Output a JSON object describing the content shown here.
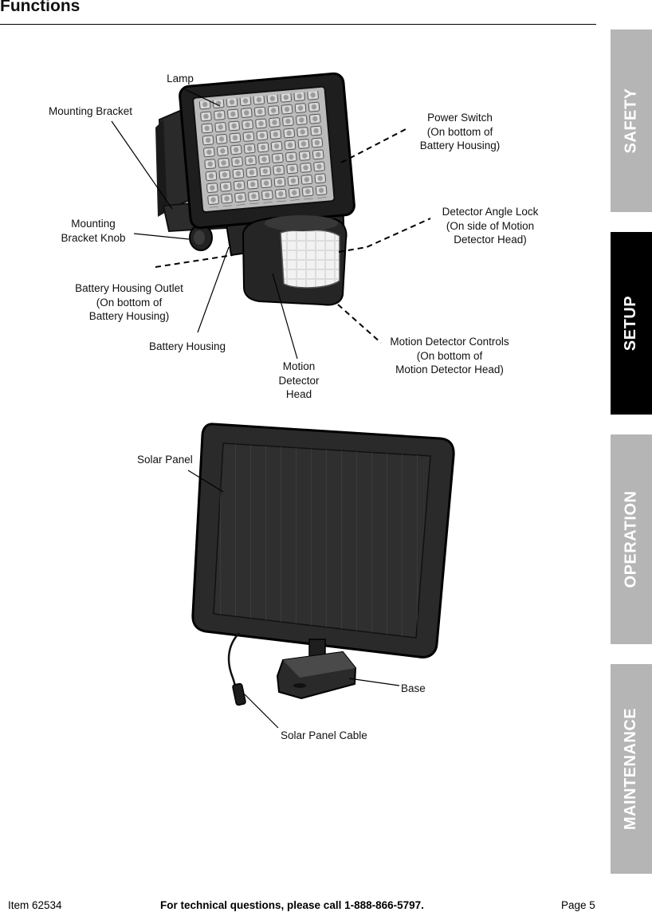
{
  "page": {
    "title": "Functions"
  },
  "tabs": [
    {
      "label": "SAFETY",
      "active": false
    },
    {
      "label": "SETUP",
      "active": true
    },
    {
      "label": "OPERATION",
      "active": false
    },
    {
      "label": "MAINTENANCE",
      "active": false
    }
  ],
  "light_fixture_labels": {
    "lamp": "Lamp",
    "mounting_bracket": "Mounting Bracket",
    "power_switch": [
      "Power Switch",
      "(On bottom of",
      "Battery Housing)"
    ],
    "mounting_bracket_knob": [
      "Mounting",
      "Bracket Knob"
    ],
    "detector_angle_lock": [
      "Detector Angle Lock",
      "(On side of Motion",
      "Detector Head)"
    ],
    "battery_housing_outlet": [
      "Battery Housing Outlet",
      "(On bottom of",
      "Battery Housing)"
    ],
    "battery_housing": "Battery Housing",
    "motion_detector_head": [
      "Motion",
      "Detector",
      "Head"
    ],
    "motion_detector_controls": [
      "Motion Detector Controls",
      "(On bottom of",
      "Motion Detector Head)"
    ]
  },
  "solar_panel_labels": {
    "solar_panel": "Solar Panel",
    "base": "Base",
    "solar_panel_cable": "Solar Panel Cable"
  },
  "footer": {
    "item": "Item 62534",
    "support": "For technical questions, please call 1-888-866-5797.",
    "page": "Page 5"
  },
  "colors": {
    "tab_inactive": "#b5b5b5",
    "tab_active": "#000000",
    "tab_text": "#ffffff"
  }
}
